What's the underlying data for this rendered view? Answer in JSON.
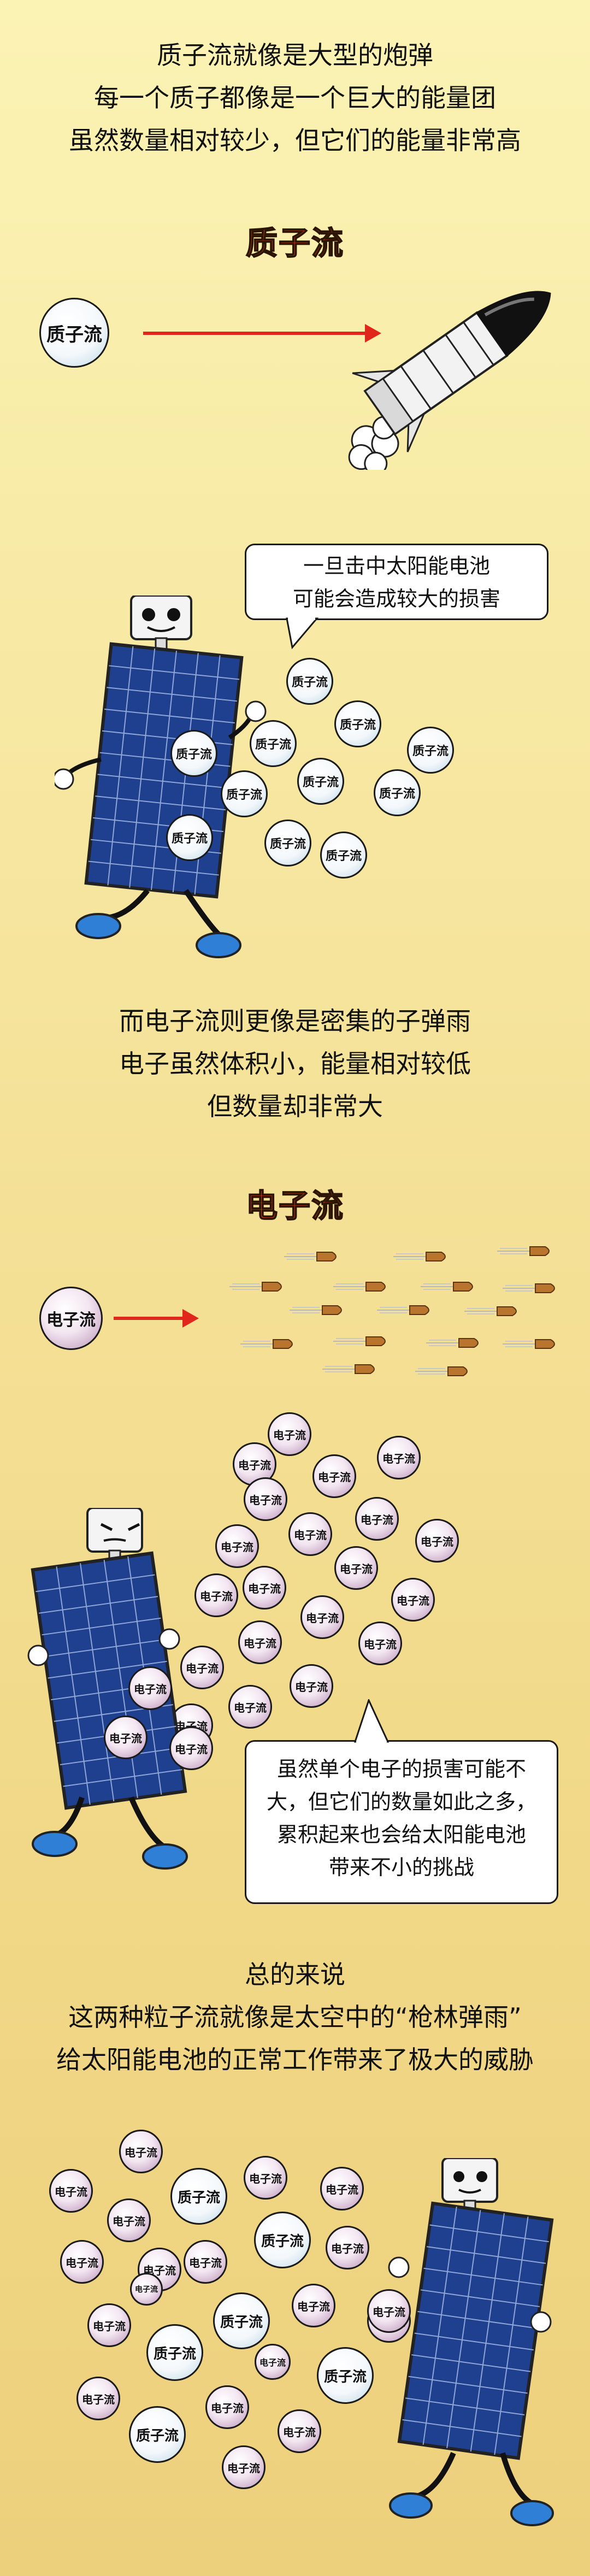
{
  "intro": {
    "lines": [
      "质子流就像是大型的炮弹",
      "每一个质子都像是一个巨大的能量团",
      "虽然数量相对较少，但它们的能量非常高"
    ]
  },
  "proton_section": {
    "title": "质子流",
    "label": "质子流"
  },
  "bubble1": {
    "lines": [
      "一旦击中太阳能电池",
      "可能会造成较大的损害"
    ]
  },
  "electron_intro": {
    "lines": [
      "而电子流则更像是密集的子弹雨",
      "电子虽然体积小，能量相对较低",
      "但数量却非常大"
    ]
  },
  "electron_section": {
    "title": "电子流",
    "label": "电子流"
  },
  "bubble2": {
    "lines": [
      "虽然单个电子的损害可能不",
      "大，但它们的数量如此之多，",
      "累积起来也会给太阳能电池",
      "带来不小的挑战"
    ]
  },
  "summary": {
    "lines": [
      "总的来说",
      "这两种粒子流就像是太空中的“枪林弹雨”",
      "给太阳能电池的正常工作带来了极大的威胁"
    ]
  },
  "colors": {
    "title_red": "#e8432a",
    "arrow_red": "#e1261c",
    "panel_blue": "#1f3f8f",
    "shoe_blue": "#2f7fd6"
  }
}
